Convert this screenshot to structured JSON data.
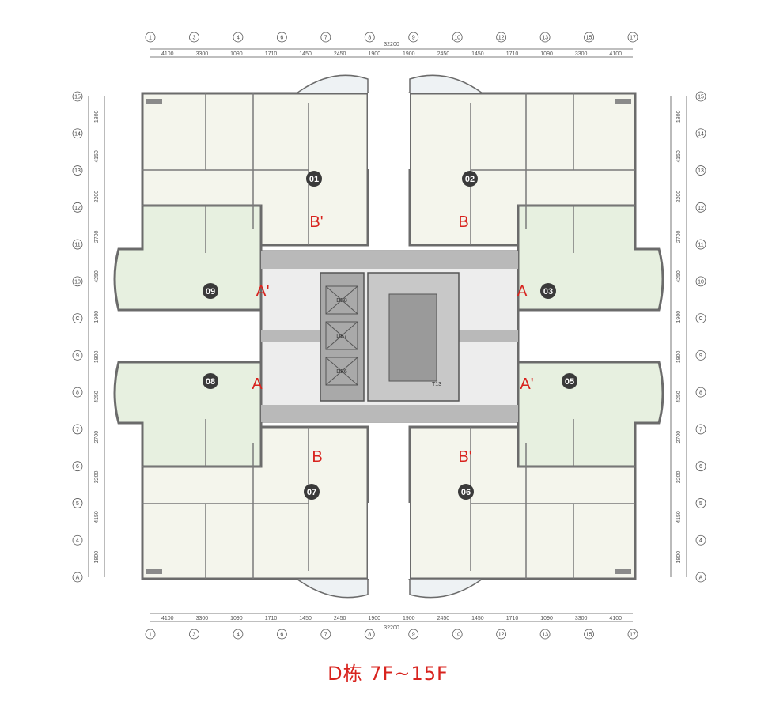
{
  "caption": "D栋 7F~15F",
  "colors": {
    "wall": "#6b6b6b",
    "room_fill": "#f4f5ec",
    "green_fill": "#e7f0e0",
    "corridor": "#b9b9b9",
    "core": "#a9a9a9",
    "red": "#d8231e",
    "unit_badge": "#3a3a3a"
  },
  "dimensions": {
    "total": "32200",
    "top_segments": [
      "4100",
      "3300",
      "1090",
      "1710",
      "1450",
      "2450",
      "1900",
      "1900",
      "2450",
      "1450",
      "1710",
      "1090",
      "3300",
      "4100"
    ],
    "bottom_segments": [
      "4100",
      "3300",
      "1090",
      "1710",
      "1450",
      "2450",
      "1900",
      "1900",
      "2450",
      "1450",
      "1710",
      "1090",
      "3300",
      "4100"
    ],
    "left_segments": [
      "1800",
      "4150",
      "2200",
      "2700",
      "4250",
      "1900",
      "1900",
      "4250",
      "2700",
      "2200",
      "4150",
      "1800"
    ],
    "right_segments": [
      "1800",
      "4150",
      "2200",
      "2700",
      "4250",
      "1900",
      "1900",
      "4250",
      "2700",
      "2200",
      "4150",
      "1800"
    ]
  },
  "axes": {
    "top": [
      "1",
      "3",
      "4",
      "6",
      "7",
      "8",
      "9",
      "10",
      "12",
      "13",
      "15",
      "17"
    ],
    "left": [
      "15",
      "14",
      "13",
      "12",
      "11",
      "10",
      "C",
      "9",
      "8",
      "7",
      "6",
      "5",
      "4",
      "A"
    ]
  },
  "units": [
    {
      "no": "01",
      "type": "B'"
    },
    {
      "no": "02",
      "type": "B"
    },
    {
      "no": "03",
      "type": "A"
    },
    {
      "no": "05",
      "type": "A'"
    },
    {
      "no": "06",
      "type": "B'"
    },
    {
      "no": "07",
      "type": "B"
    },
    {
      "no": "08",
      "type": "A"
    },
    {
      "no": "09",
      "type": "A'"
    }
  ],
  "core_labels": [
    "DB8",
    "DB7",
    "DB6",
    "T13"
  ]
}
